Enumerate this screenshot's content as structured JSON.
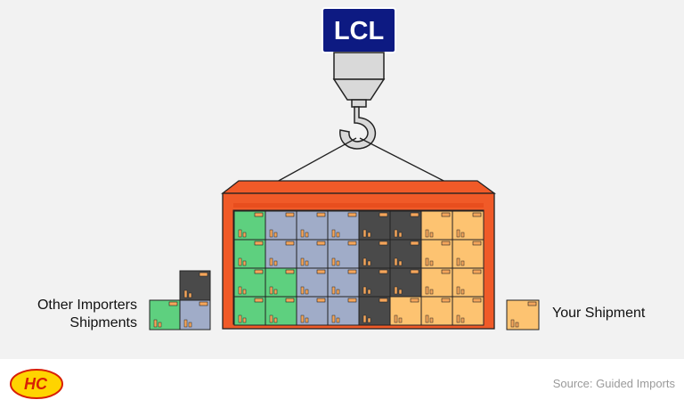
{
  "badge": {
    "text": "LCL"
  },
  "labels": {
    "other_importers": "Other Importers Shipments",
    "your_shipment": "Your Shipment"
  },
  "footer": {
    "source": "Source: Guided Imports",
    "logo_text": "HC"
  },
  "container": {
    "grid": [
      [
        "green",
        "blue",
        "blue",
        "blue",
        "dark",
        "dark",
        "orange",
        "orange"
      ],
      [
        "green",
        "blue",
        "blue",
        "blue",
        "dark",
        "dark",
        "orange",
        "orange"
      ],
      [
        "green",
        "green",
        "blue",
        "blue",
        "dark",
        "dark",
        "orange",
        "orange"
      ],
      [
        "green",
        "green",
        "blue",
        "blue",
        "dark",
        "orange",
        "orange",
        "orange"
      ]
    ]
  },
  "colors": {
    "green": "#5ed07f",
    "blue": "#a0acc8",
    "dark": "#4a4a4a",
    "orange": "#fdc371",
    "container": "#f05a28",
    "badge": "#0d1a82",
    "tape": "#f5a65b"
  }
}
